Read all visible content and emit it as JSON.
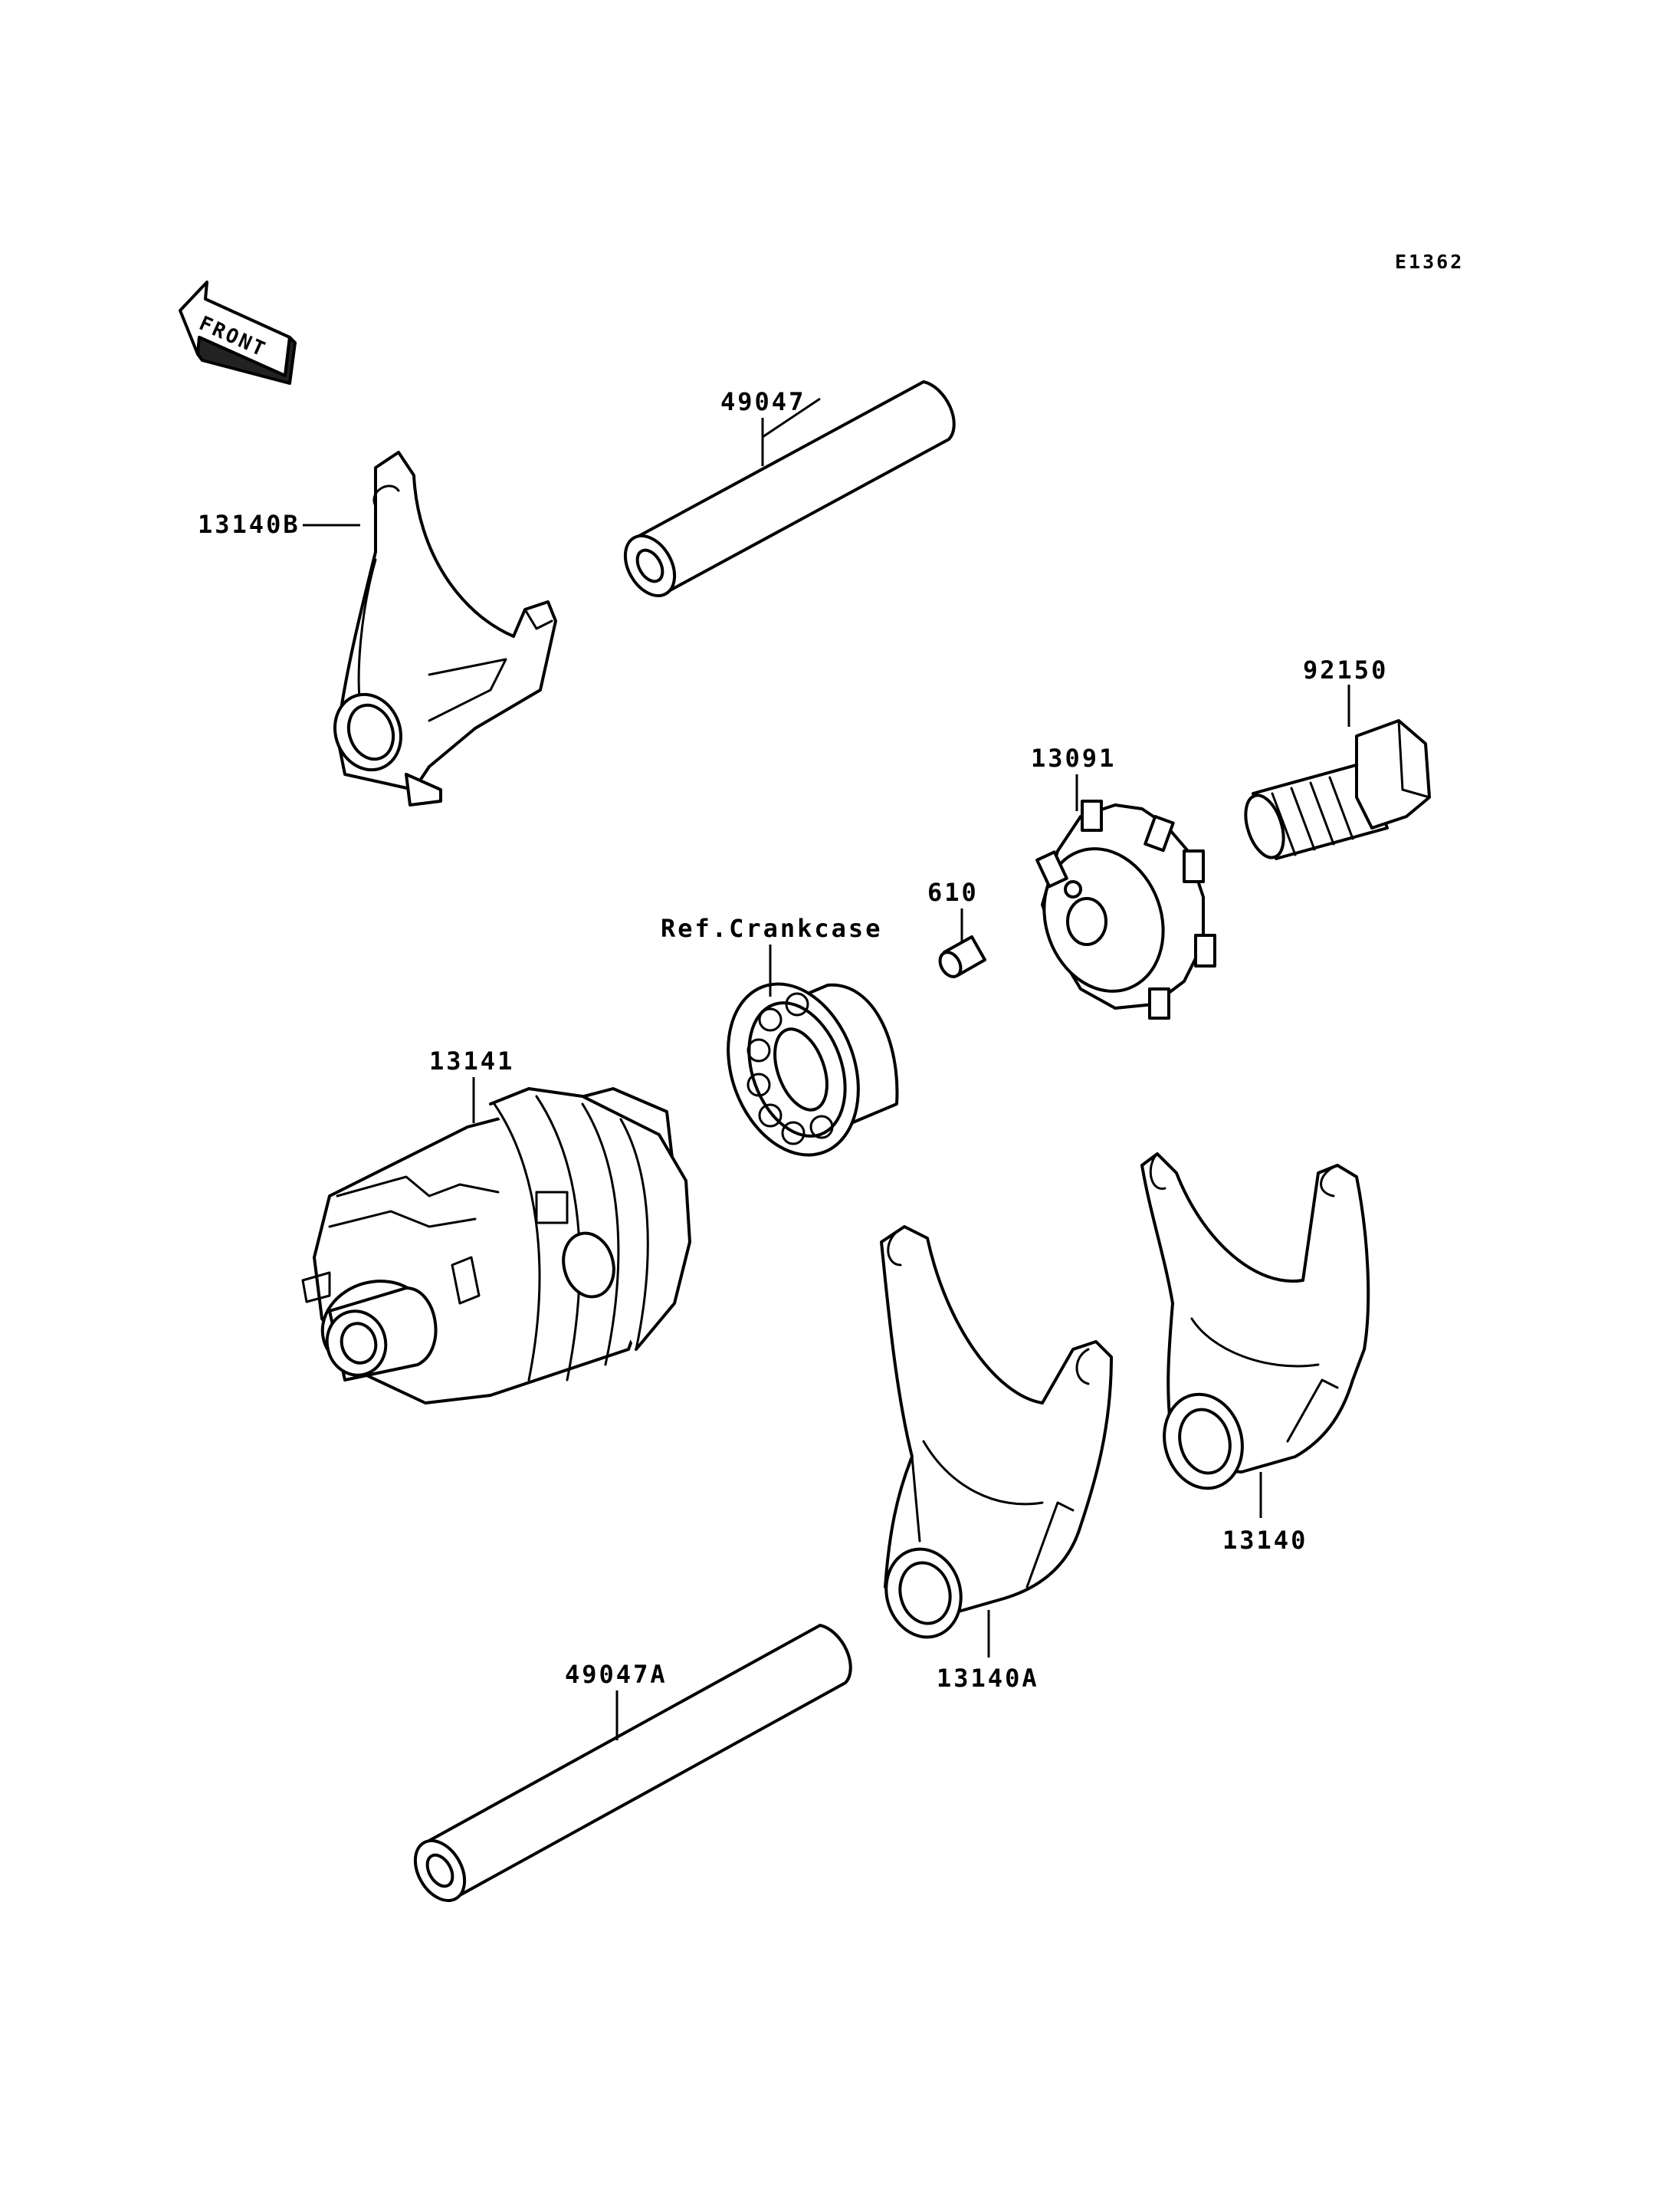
{
  "diagram": {
    "code": "E1362",
    "front_label": "FRONT",
    "parts": {
      "p49047": "49047",
      "p13140B": "13140B",
      "p92150": "92150",
      "p13091": "13091",
      "p610": "610",
      "pRefCrankcase": "Ref.Crankcase",
      "p13141": "13141",
      "p13140": "13140",
      "p13140A": "13140A",
      "p49047A": "49047A"
    }
  }
}
